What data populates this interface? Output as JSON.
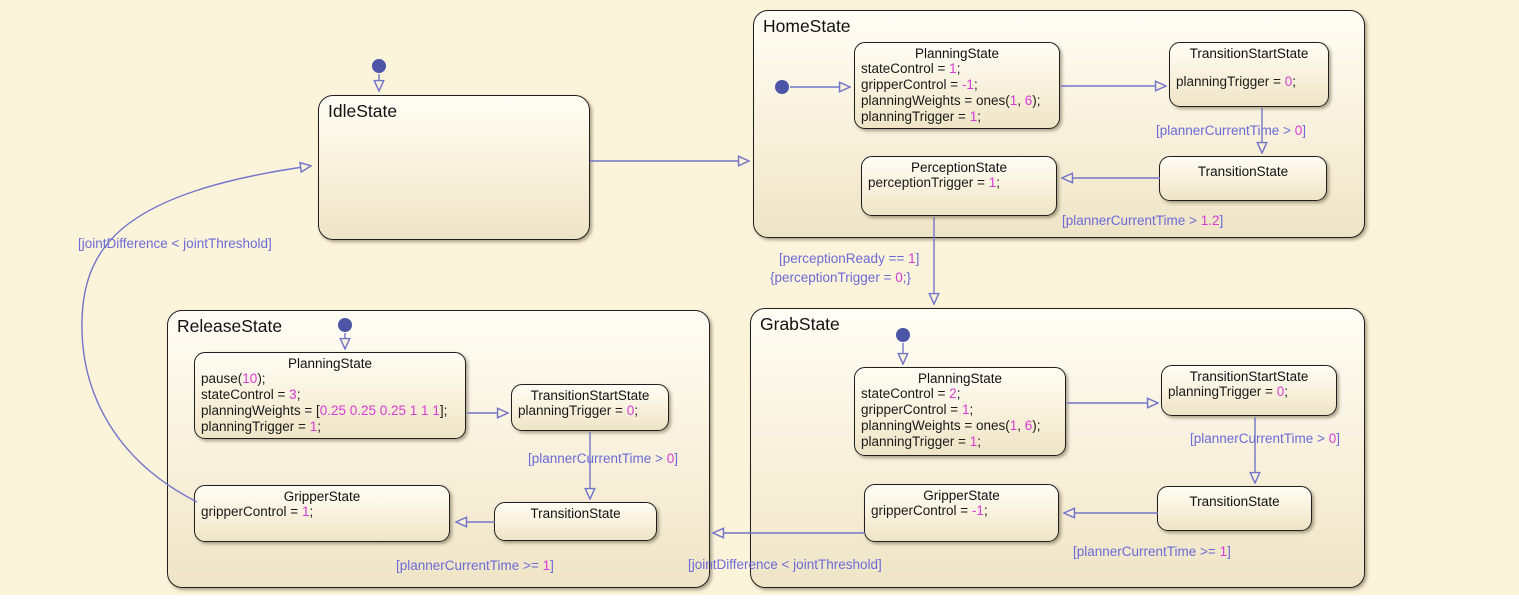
{
  "colors": {
    "background": "#FCF3DB",
    "state_fill_top": "#FFFDF5",
    "state_fill_bottom": "#EFE4C6",
    "state_border": "#1F1F1F",
    "transition_line": "#7376C8",
    "transition_text": "#6B6BD6",
    "number_text": "#D93BD3",
    "initial_dot": "#4C55A6"
  },
  "states": {
    "idle": {
      "title": "IdleState"
    },
    "home": {
      "title": "HomeState",
      "planning": {
        "title": "PlanningState",
        "body": [
          [
            {
              "t": "stateControl = "
            },
            {
              "t": "1",
              "c": "n"
            },
            {
              "t": ";"
            }
          ],
          [
            {
              "t": "gripperControl = "
            },
            {
              "t": "-1",
              "c": "n"
            },
            {
              "t": ";"
            }
          ],
          [
            {
              "t": "planningWeights = ones("
            },
            {
              "t": "1",
              "c": "n"
            },
            {
              "t": ", "
            },
            {
              "t": "6",
              "c": "n"
            },
            {
              "t": ");"
            }
          ],
          [
            {
              "t": "planningTrigger = "
            },
            {
              "t": "1",
              "c": "n"
            },
            {
              "t": ";"
            }
          ]
        ]
      },
      "transition_start": {
        "title": "TransitionStartState",
        "body": [
          [
            {
              "t": "planningTrigger = "
            },
            {
              "t": "0",
              "c": "n"
            },
            {
              "t": ";"
            }
          ]
        ]
      },
      "perception": {
        "title": "PerceptionState",
        "body": [
          [
            {
              "t": "perceptionTrigger = "
            },
            {
              "t": "1",
              "c": "n"
            },
            {
              "t": ";"
            }
          ]
        ]
      },
      "transition": {
        "title": "TransitionState"
      }
    },
    "grab": {
      "title": "GrabState",
      "planning": {
        "title": "PlanningState",
        "body": [
          [
            {
              "t": "stateControl = "
            },
            {
              "t": "2",
              "c": "n"
            },
            {
              "t": ";"
            }
          ],
          [
            {
              "t": "gripperControl = "
            },
            {
              "t": "1",
              "c": "n"
            },
            {
              "t": ";"
            }
          ],
          [
            {
              "t": "planningWeights = ones("
            },
            {
              "t": "1",
              "c": "n"
            },
            {
              "t": ", "
            },
            {
              "t": "6",
              "c": "n"
            },
            {
              "t": ");"
            }
          ],
          [
            {
              "t": "planningTrigger = "
            },
            {
              "t": "1",
              "c": "n"
            },
            {
              "t": ";"
            }
          ]
        ]
      },
      "transition_start": {
        "title": "TransitionStartState",
        "body": [
          [
            {
              "t": "planningTrigger = "
            },
            {
              "t": "0",
              "c": "n"
            },
            {
              "t": ";"
            }
          ]
        ]
      },
      "gripper": {
        "title": "GripperState",
        "body": [
          [
            {
              "t": "gripperControl = "
            },
            {
              "t": "-1",
              "c": "n"
            },
            {
              "t": ";"
            }
          ]
        ]
      },
      "transition": {
        "title": "TransitionState"
      }
    },
    "release": {
      "title": "ReleaseState",
      "planning": {
        "title": "PlanningState",
        "body": [
          [
            {
              "t": "pause("
            },
            {
              "t": "10",
              "c": "n"
            },
            {
              "t": ");"
            }
          ],
          [
            {
              "t": "stateControl = "
            },
            {
              "t": "3",
              "c": "n"
            },
            {
              "t": ";"
            }
          ],
          [
            {
              "t": "planningWeights = ["
            },
            {
              "t": "0.25 0.25 0.25 1 1 1",
              "c": "n"
            },
            {
              "t": "];"
            }
          ],
          [
            {
              "t": "planningTrigger = "
            },
            {
              "t": "1",
              "c": "n"
            },
            {
              "t": ";"
            }
          ]
        ]
      },
      "transition_start": {
        "title": "TransitionStartState",
        "body": [
          [
            {
              "t": "planningTrigger = "
            },
            {
              "t": "0",
              "c": "n"
            },
            {
              "t": ";"
            }
          ]
        ]
      },
      "gripper": {
        "title": "GripperState",
        "body": [
          [
            {
              "t": "gripperControl = "
            },
            {
              "t": "1",
              "c": "n"
            },
            {
              "t": ";"
            }
          ]
        ]
      },
      "transition": {
        "title": "TransitionState"
      }
    }
  },
  "transition_labels": {
    "home_planner_gt0": [
      {
        "t": "[plannerCurrentTime > "
      },
      {
        "t": "0",
        "c": "n"
      },
      {
        "t": "]"
      }
    ],
    "home_planner_gt12": [
      {
        "t": "[plannerCurrentTime > "
      },
      {
        "t": "1.2",
        "c": "n"
      },
      {
        "t": "]"
      }
    ],
    "perception_ready": [
      {
        "t": "[perceptionReady == "
      },
      {
        "t": "1",
        "c": "n"
      },
      {
        "t": "]"
      }
    ],
    "perception_trigger": [
      {
        "t": "{perceptionTrigger = "
      },
      {
        "t": "0",
        "c": "n"
      },
      {
        "t": ";}"
      }
    ],
    "grab_planner_gt0": [
      {
        "t": "[plannerCurrentTime > "
      },
      {
        "t": "0",
        "c": "n"
      },
      {
        "t": "]"
      }
    ],
    "grab_planner_ge1": [
      {
        "t": "[plannerCurrentTime >= "
      },
      {
        "t": "1",
        "c": "n"
      },
      {
        "t": "]"
      }
    ],
    "joint_mid": [
      {
        "t": "[jointDifference < jointThreshold]"
      }
    ],
    "release_planner_gt0": [
      {
        "t": "[plannerCurrentTime > "
      },
      {
        "t": "0",
        "c": "n"
      },
      {
        "t": "]"
      }
    ],
    "release_planner_ge1": [
      {
        "t": "[plannerCurrentTime >= "
      },
      {
        "t": "1",
        "c": "n"
      },
      {
        "t": "]"
      }
    ],
    "joint_curve": [
      {
        "t": "[jointDifference < jointThreshold]"
      }
    ]
  }
}
